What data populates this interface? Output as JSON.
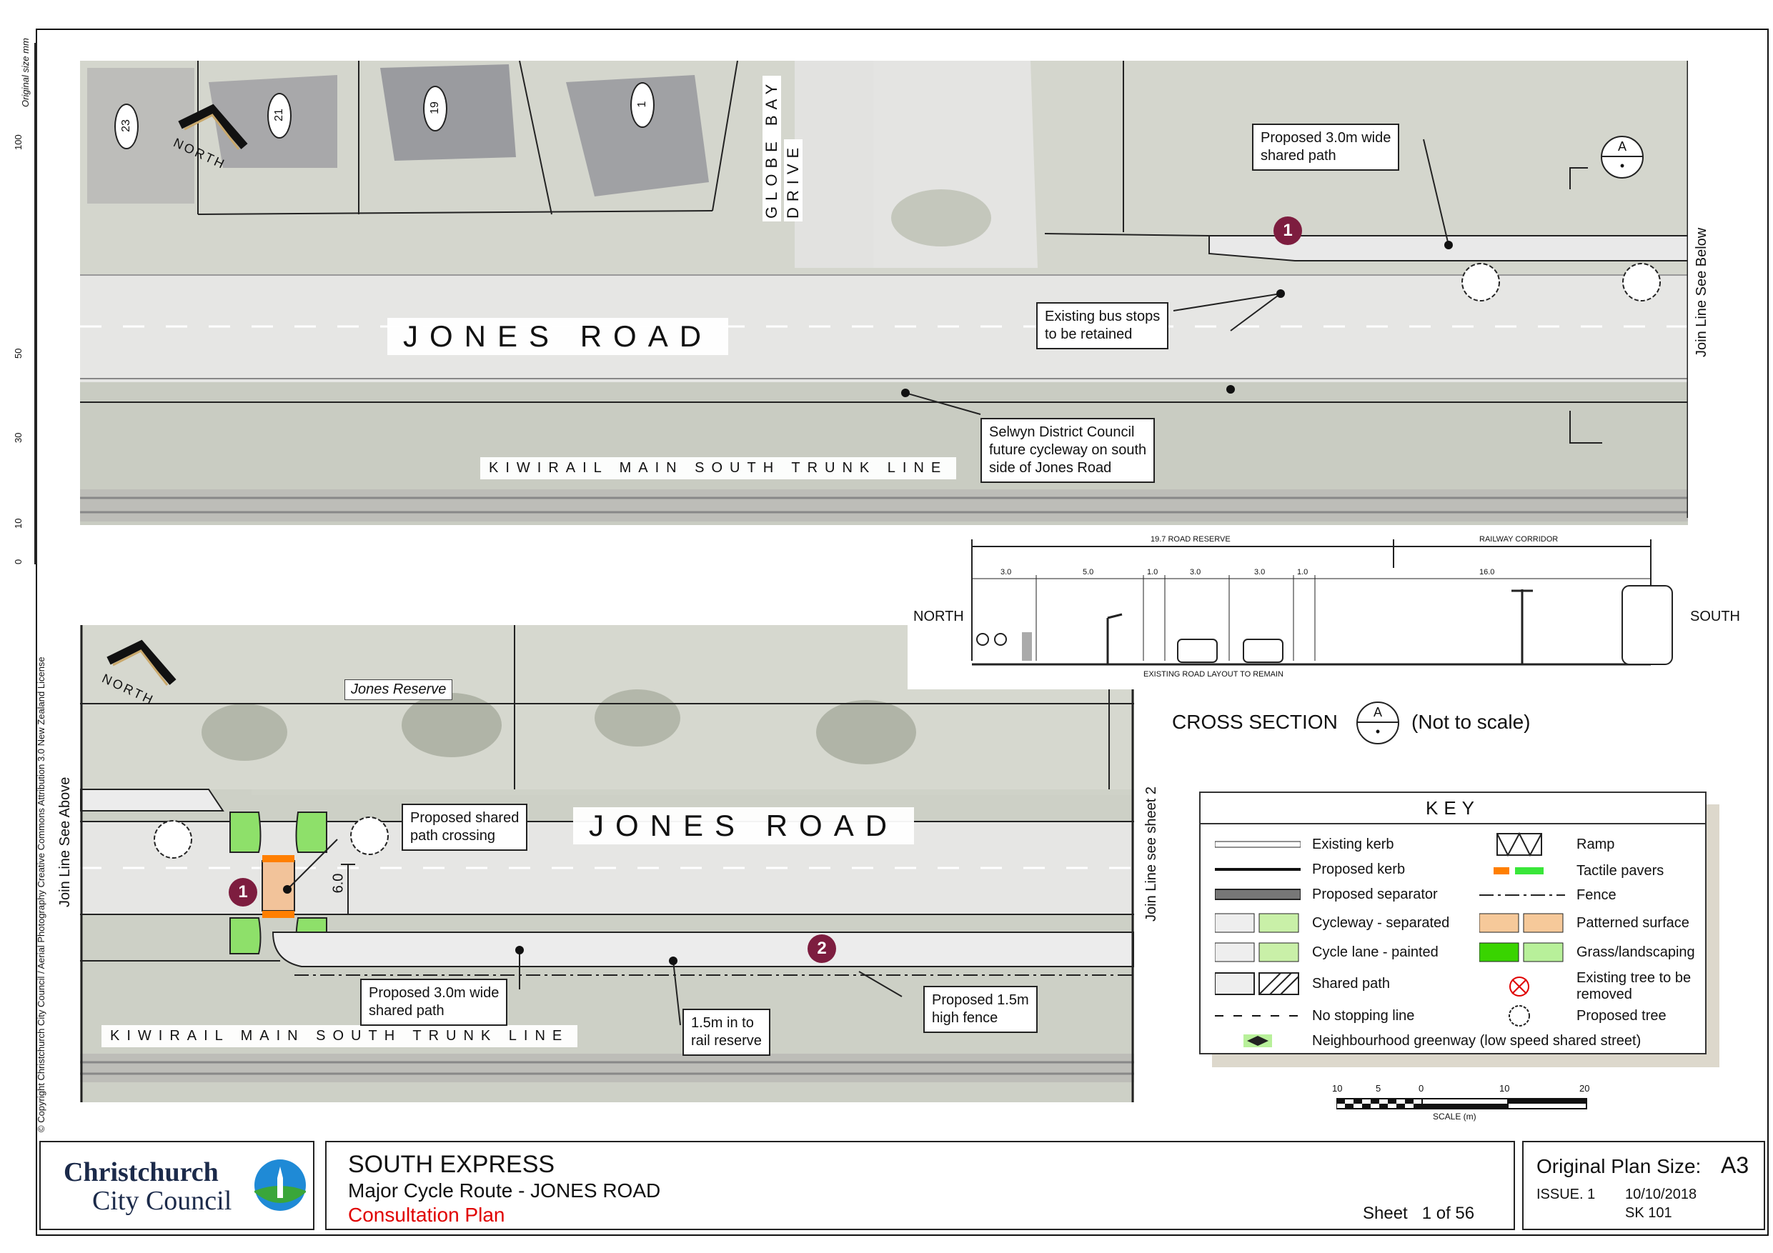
{
  "colors": {
    "marker": "#7d1d3f",
    "red": "#e00000",
    "orange": "#ff7f00",
    "green": "#39e639",
    "grass": "#8ee06a"
  },
  "top_map": {
    "road_name": "JONES ROAD",
    "side_street": [
      "GLOBE BAY",
      "DRIVE"
    ],
    "house_numbers": [
      "23",
      "21",
      "19",
      "1"
    ],
    "north": "NORTH",
    "join_line": "Join Line  See Below",
    "rail_name": "KIWIRAIL MAIN SOUTH TRUNK LINE",
    "callouts": {
      "shared_path": [
        "Proposed 3.0m wide",
        "shared path"
      ],
      "bus_stops": [
        "Existing bus stops",
        "to be retained"
      ],
      "selwyn": [
        "Selwyn District Council",
        "future cycleway on south",
        "side of Jones Road"
      ]
    },
    "section_marker": "A",
    "marker_number": "1"
  },
  "bottom_map": {
    "road_name": "JONES ROAD",
    "reserve": "Jones Reserve",
    "north": "NORTH",
    "join_line_left": "Join Line See Above",
    "join_line_right": "Join Line see sheet 2",
    "rail_name": "KIWIRAIL MAIN SOUTH TRUNK LINE",
    "crossing_width": "6.0",
    "markers": [
      "1",
      "2"
    ],
    "callouts": {
      "crossing": [
        "Proposed shared",
        "path crossing"
      ],
      "shared_path": [
        "Proposed 3.0m wide",
        "shared path"
      ],
      "rail_reserve": [
        "1.5m in to",
        "rail reserve"
      ],
      "fence": [
        "Proposed 1.5m",
        "high fence"
      ]
    }
  },
  "ruler": {
    "caption": "Original size mm",
    "ticks": [
      "100",
      "50",
      "30",
      "10",
      "0"
    ]
  },
  "copyright": "© Copyright Christchurch City Council  / Aerial Photography Creative Commons Attribution 3.0 New Zealand License",
  "cross_section": {
    "title": "CROSS SECTION",
    "marker": "A",
    "note": "(Not to scale)",
    "left": "NORTH",
    "right": "SOUTH",
    "road_reserve": "19.7 ROAD RESERVE",
    "railway": "RAILWAY CORRIDOR",
    "dims": [
      "3.0",
      "5.0",
      "1.0",
      "3.0",
      "3.0",
      "1.0",
      "16.0"
    ],
    "footer": "EXISTING ROAD LAYOUT TO REMAIN"
  },
  "key": {
    "title": "KEY",
    "left_items": [
      "Existing kerb",
      "Proposed kerb",
      "Proposed separator",
      "Cycleway - separated",
      "Cycle lane - painted",
      "Shared path",
      "No stopping line"
    ],
    "right_items": [
      "Ramp",
      "Tactile pavers",
      "Fence",
      "Patterned surface",
      "Grass/landscaping",
      "Existing tree to be removed",
      "Proposed tree"
    ],
    "bottom_item": "Neighbourhood greenway (low speed shared street)"
  },
  "scale_bar": {
    "ticks": [
      "10",
      "5",
      "0",
      "10",
      "20"
    ],
    "caption": "SCALE (m)"
  },
  "title_block": {
    "logo_line1": "Christchurch",
    "logo_line2": "City Council",
    "project": "SOUTH EXPRESS",
    "route": "Major Cycle Route - JONES ROAD",
    "plan_type": "Consultation Plan",
    "sheet": "Sheet   1 of 56",
    "plan_size_label": "Original Plan Size:",
    "plan_size": "A3",
    "issue": "ISSUE. 1",
    "date": "10/10/2018",
    "drawing_no": "SK 101"
  }
}
